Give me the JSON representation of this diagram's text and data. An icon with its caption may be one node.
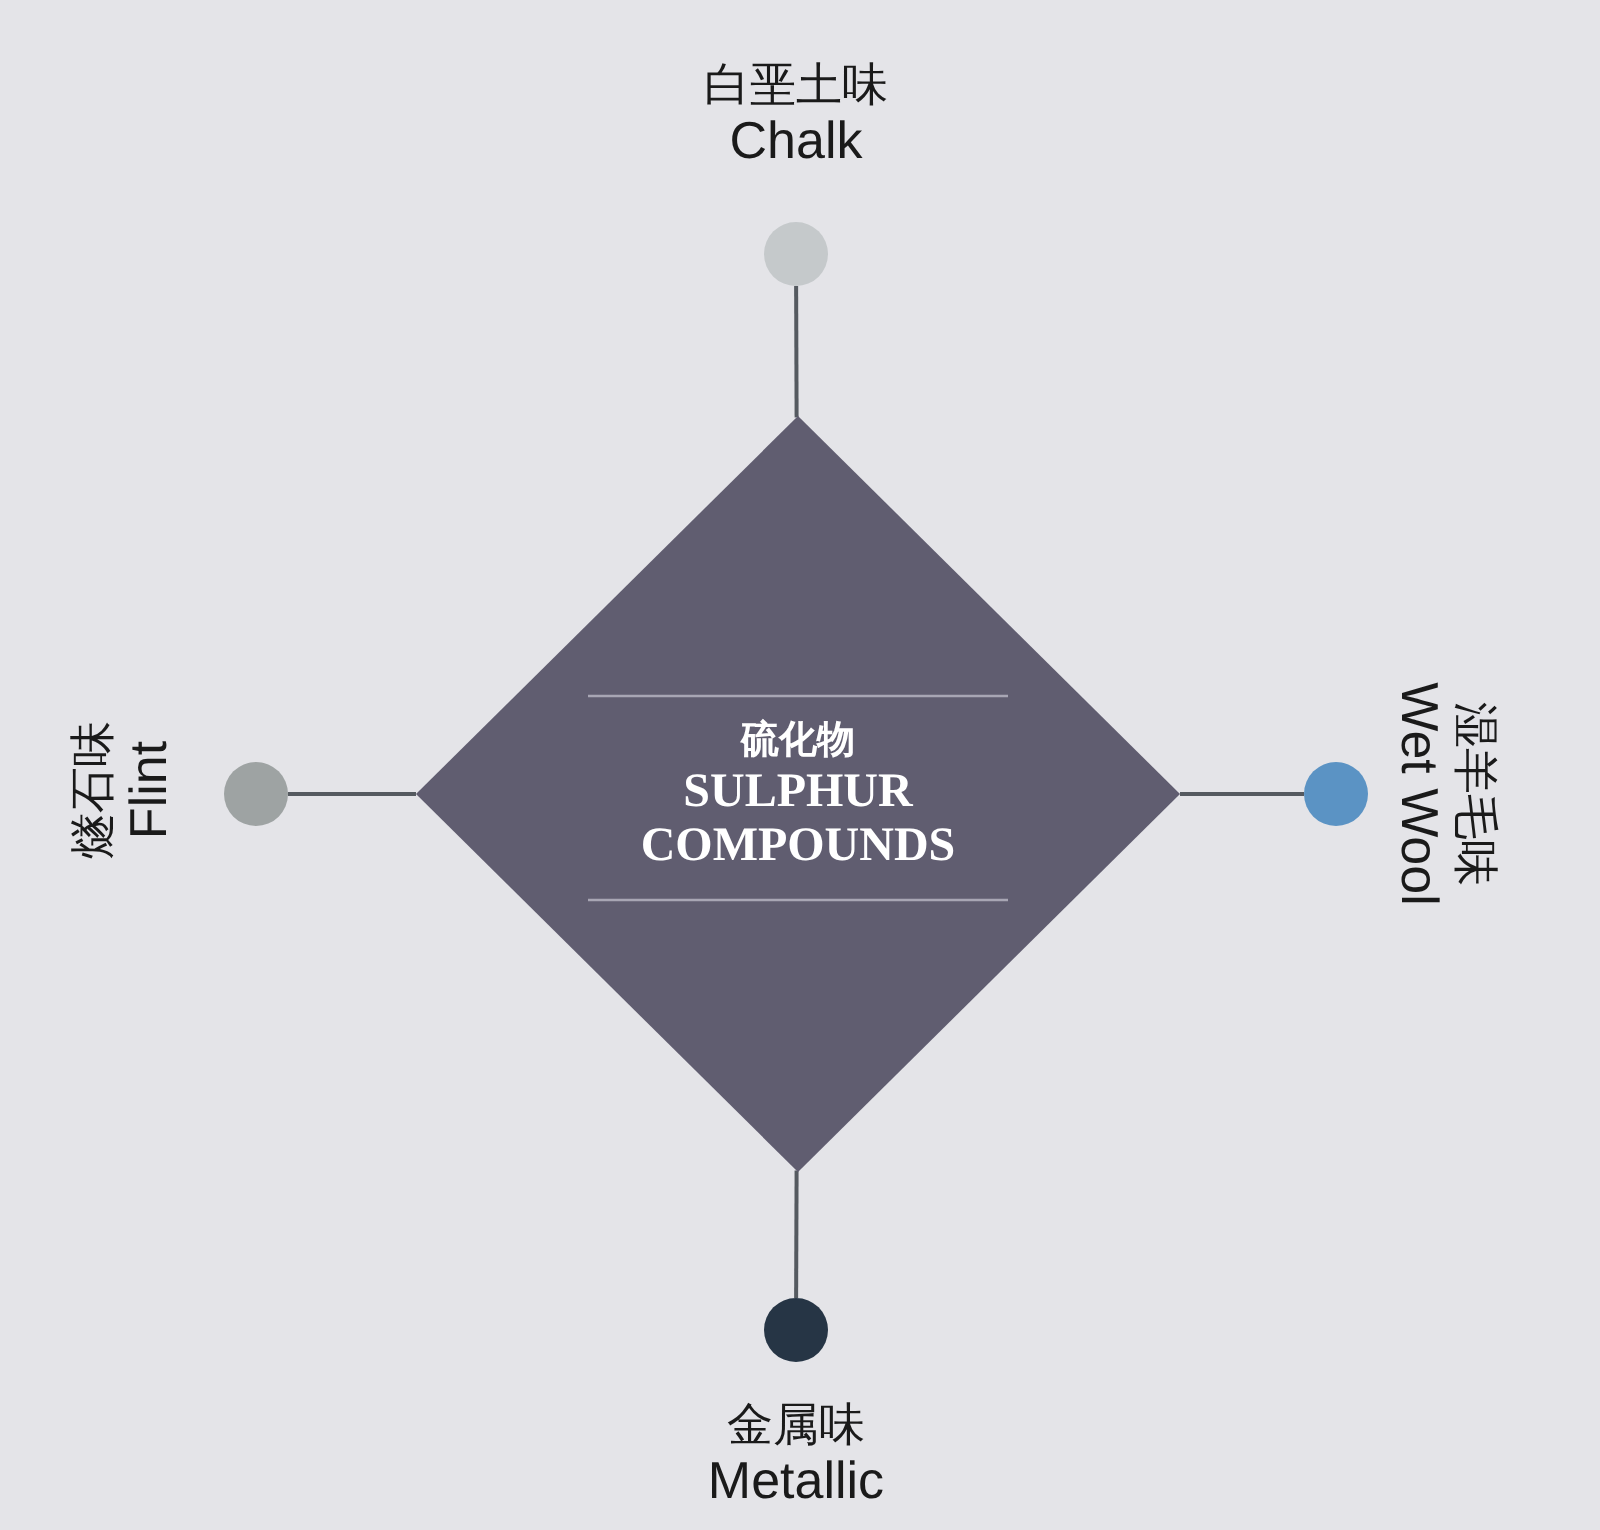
{
  "diagram": {
    "nodes": [
      {
        "text": [],
        "shape": "circle",
        "beside": [
          "白垩土味",
          "Chalk"
        ]
      },
      {
        "text": [],
        "shape": "circle",
        "beside": [
          "燧石味",
          "Flint"
        ]
      },
      {
        "text": [
          "硫化物",
          "SULPHUR COMPOUNDS"
        ]
      },
      {
        "text": [],
        "shape": "circle",
        "beside": [
          "湿羊毛味",
          "Wet Wool"
        ]
      },
      {
        "text": [],
        "shape": "circle",
        "beside": [
          "金属味",
          "Metallic"
        ]
      }
    ],
    "edges": [
      {
        "from": 2,
        "to": 0,
        "arrow": "none"
      },
      {
        "from": 2,
        "to": 1,
        "arrow": "none"
      },
      {
        "from": 2,
        "to": 3,
        "arrow": "none"
      },
      {
        "from": 2,
        "to": 4,
        "arrow": "none"
      }
    ]
  }
}
